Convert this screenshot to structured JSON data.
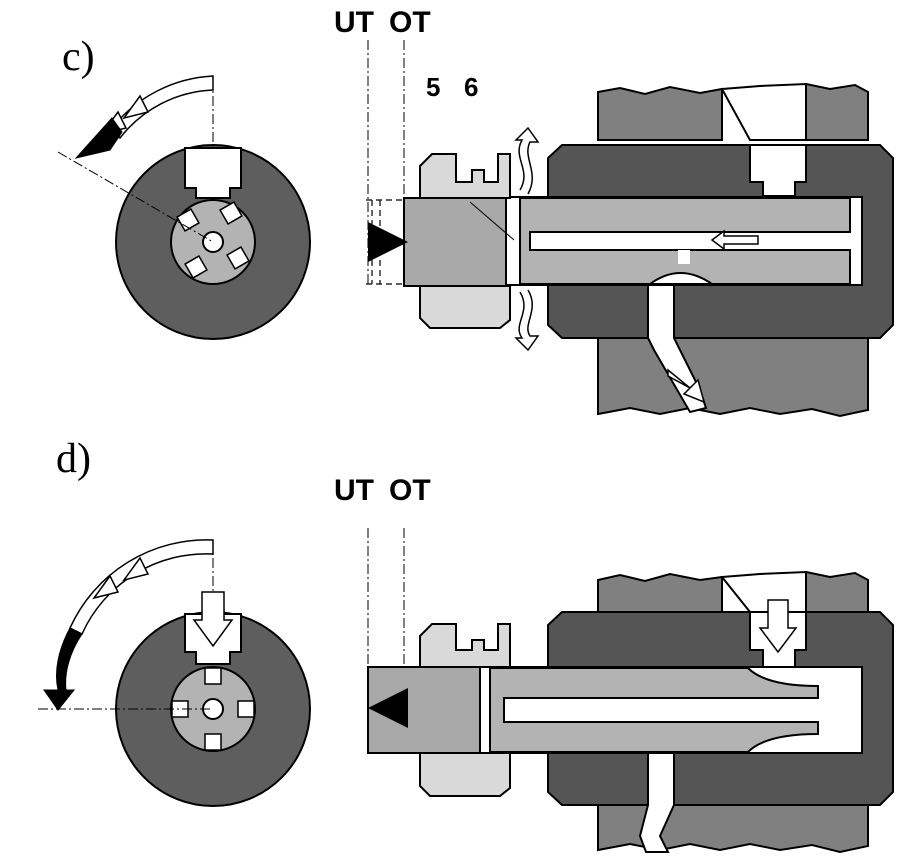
{
  "panels": [
    {
      "label": "c)",
      "dead_centres": {
        "bottom": "UT",
        "top": "OT"
      },
      "part_numbers": [
        "5",
        "6"
      ]
    },
    {
      "label": "d)",
      "dead_centres": {
        "bottom": "UT",
        "top": "OT"
      }
    }
  ],
  "colors": {
    "housing": "#808080",
    "barrel": "#555555",
    "rotor_disc": "#5e5e5e",
    "plunger": "#b3b3b3",
    "plunger_head": "#a9a9a9",
    "control_collar": "#d9d9d9",
    "outline": "#000000",
    "background": "#ffffff"
  }
}
